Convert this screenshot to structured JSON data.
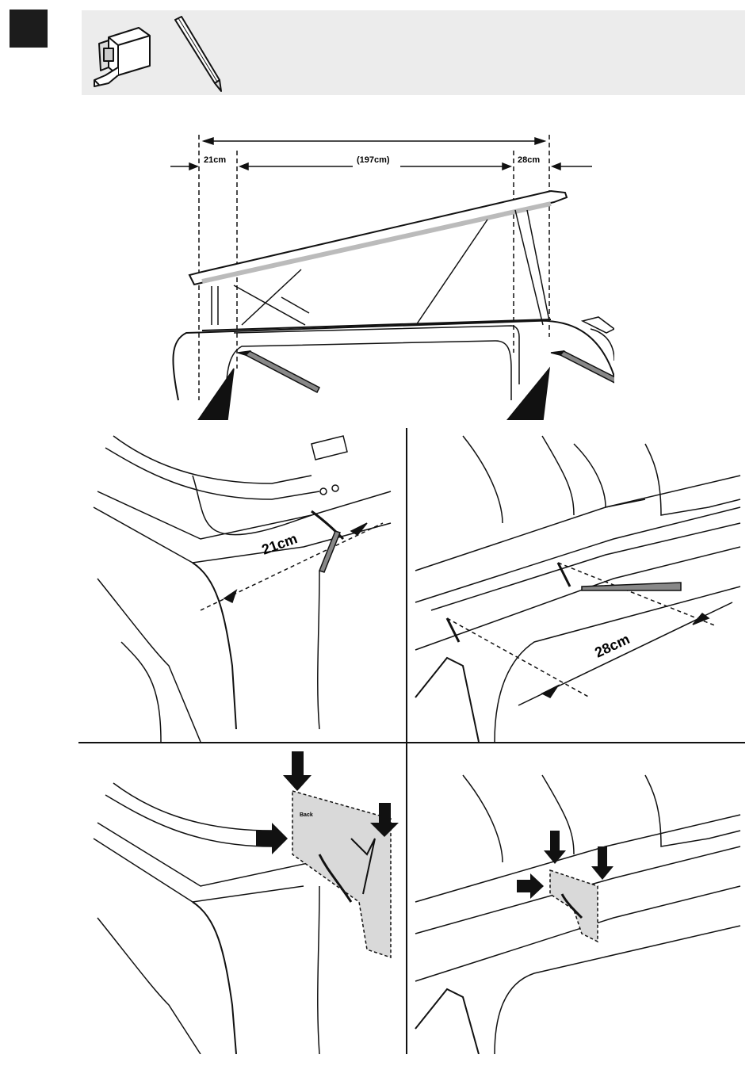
{
  "tools": {
    "items": [
      "tape-measure",
      "pencil"
    ]
  },
  "overview": {
    "dim_total": "",
    "dim_left": "21cm",
    "dim_middle": "(197cm)",
    "dim_right": "28cm"
  },
  "panel_left_mark": {
    "dimension": "21cm"
  },
  "panel_right_mark": {
    "dimension": "28cm"
  },
  "panel_left_fit": {
    "clip_text": "Back"
  },
  "panel_right_fit": {
    "clip_text": ""
  },
  "colors": {
    "ink": "#111111",
    "panel_gray": "#ececec",
    "clip_gray": "#d9d9d9"
  }
}
